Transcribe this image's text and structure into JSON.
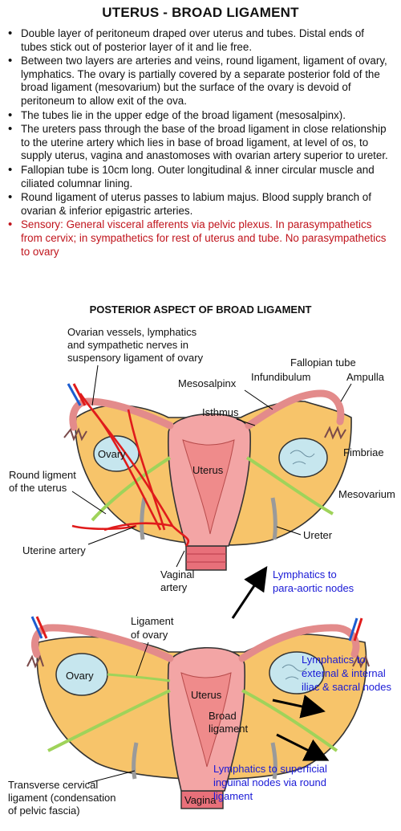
{
  "title": "UTERUS - BROAD LIGAMENT",
  "bullets": [
    "Double layer of peritoneum draped over uterus and tubes. Distal ends of tubes stick out of posterior layer of it and lie free.",
    "Between two layers are arteries and veins, round ligament, ligament of ovary, lymphatics. The ovary is partially covered by a separate posterior fold of the broad ligament (mesovarium) but the surface of the ovary is devoid of peritoneum to allow exit of the ova.",
    "The tubes lie in the upper edge of the broad ligament (mesosalpinx).",
    "The ureters pass through the base of the broad ligament in close relationship to the uterine artery which lies in base of broad ligament, at level of os, to supply uterus, vagina and anastomoses with ovarian artery superior to ureter.",
    "Fallopian tube is 10cm long. Outer longitudinal & inner circular muscle and ciliated columnar lining.",
    "Round ligament of uterus passes to labium majus. Blood supply branch of ovarian & inferior epigastric arteries.",
    "Sensory: General visceral afferents via pelvic plexus. In parasympathetics from cervix; in sympathetics for rest of uterus and tube. No parasympathetics to ovary"
  ],
  "subtitle": "POSTERIOR ASPECT OF BROAD LIGAMENT",
  "diagram1": {
    "ovarian_vessels": [
      "Ovarian vessels, lymphatics",
      "and sympathetic nerves in",
      "suspensory ligament of ovary"
    ],
    "fallopian_tube": "Fallopian tube",
    "infundibulum": "Infundibulum",
    "ampulla": "Ampulla",
    "mesosalpinx": "Mesosalpinx",
    "isthmus": "Isthmus",
    "ovary": "Ovary",
    "uterus": "Uterus",
    "fimbriae": "Fimbriae",
    "mesovarium": "Mesovarium",
    "round_ligament": [
      "Round ligment",
      "of the  uterus"
    ],
    "ureter": "Ureter",
    "uterine_artery": "Uterine artery",
    "vaginal_artery": [
      "Vaginal",
      "artery"
    ]
  },
  "diagram2": {
    "ligament_of_ovary": [
      "Ligament",
      "of ovary"
    ],
    "ovary": "Ovary",
    "uterus": "Uterus",
    "broad_ligament": [
      "Broad",
      "ligament"
    ],
    "vagina": "Vagina",
    "transverse_cervical": [
      "Transverse cervical",
      "ligament (condensation",
      "of pelvic fascia)"
    ]
  },
  "lymphatics": {
    "para_aortic": [
      "Lymphatics to",
      "para-aortic nodes"
    ],
    "iliac_sacral": [
      "Lymphatics to",
      "external & internal",
      "iliac & sacral nodes"
    ],
    "inguinal": [
      "Lymphatics to superficial",
      "inguinal nodes via round",
      "ligament"
    ]
  },
  "colors": {
    "ligament": "#f7c46a",
    "uterus": "#f3a5a5",
    "ovary": "#c6e6ee",
    "artery": "#e01b1b",
    "round_ligament": "#9fd35a",
    "lymphatic_text": "#1a1ad6",
    "sensory_text": "#c0141c"
  }
}
